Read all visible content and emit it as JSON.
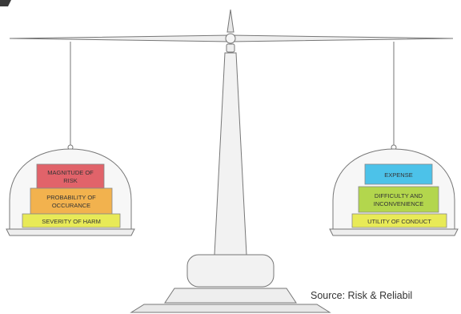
{
  "left_pan": {
    "items": [
      {
        "line1": "MAGNITUDE OF",
        "line2": "RISK",
        "color": "#e1636a"
      },
      {
        "line1": "PROBABILITY OF",
        "line2": "OCCURANCE",
        "color": "#f2b24e"
      },
      {
        "line1": "SEVERITY OF HARM",
        "line2": "",
        "color": "#e8ea57"
      }
    ]
  },
  "right_pan": {
    "items": [
      {
        "line1": "EXPENSE",
        "line2": "",
        "color": "#4cc2e9"
      },
      {
        "line1": "DIFFICULTY AND",
        "line2": "INCONVENIENCE",
        "color": "#b3d64d"
      },
      {
        "line1": "UTILITY OF CONDUCT",
        "line2": "",
        "color": "#e8ea57"
      }
    ]
  },
  "source": "Source: Risk & Reliabil",
  "colors": {
    "outline": "#777777",
    "scale_fill": "#f2f2f2",
    "dome_fill": "#f7f7f7"
  }
}
